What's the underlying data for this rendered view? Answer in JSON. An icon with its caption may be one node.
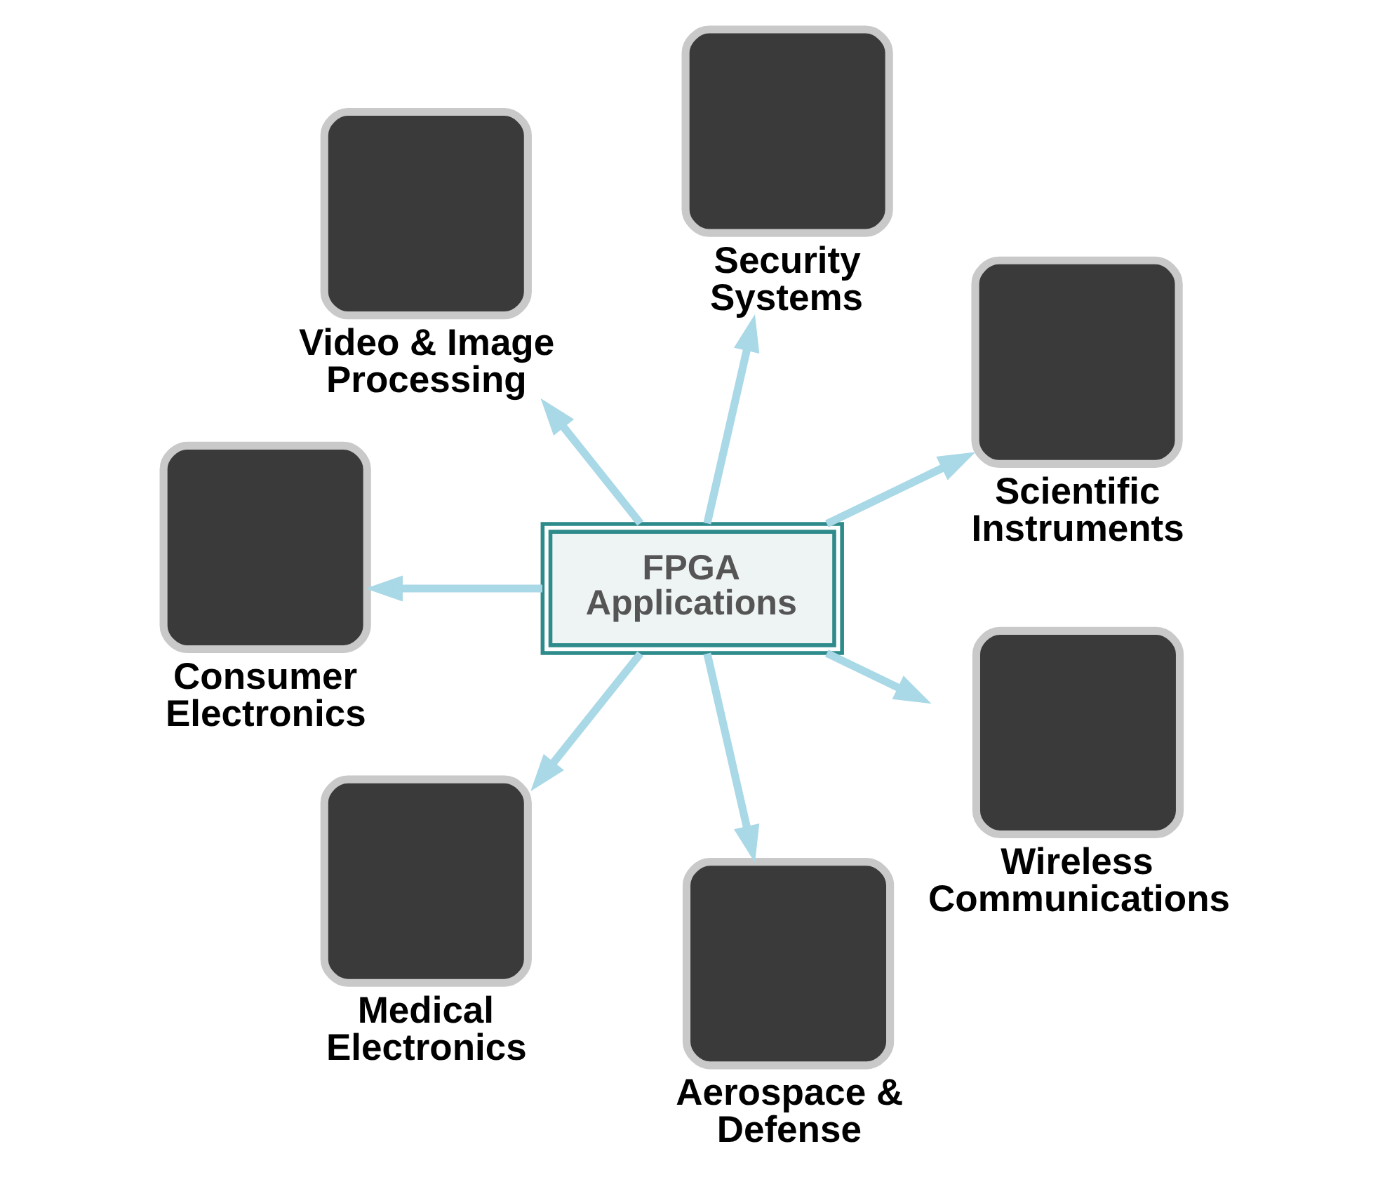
{
  "diagram": {
    "nodes": [
      {
        "text": [
          "FPGA Applications"
        ]
      },
      {
        "text": [
          "Security Systems"
        ]
      },
      {
        "text": [
          "Video & Image Processing"
        ]
      },
      {
        "text": [
          "Scientific Instruments"
        ]
      },
      {
        "text": [
          "Consumer Electronics"
        ]
      },
      {
        "text": [
          "Wireless Communications"
        ]
      },
      {
        "text": [
          "Medical Electronics"
        ]
      },
      {
        "text": [
          "Aerospace & Defense"
        ]
      }
    ],
    "edges": [
      {
        "from": 0,
        "to": 1,
        "arrow": "to"
      },
      {
        "from": 0,
        "to": 3,
        "arrow": "to"
      },
      {
        "from": 0,
        "to": 5,
        "arrow": "to"
      },
      {
        "from": 0,
        "to": 7,
        "arrow": "to"
      },
      {
        "from": 0,
        "to": 6,
        "arrow": "to"
      },
      {
        "from": 0,
        "to": 4,
        "arrow": "to"
      },
      {
        "from": 0,
        "to": 2,
        "arrow": "to"
      }
    ]
  }
}
